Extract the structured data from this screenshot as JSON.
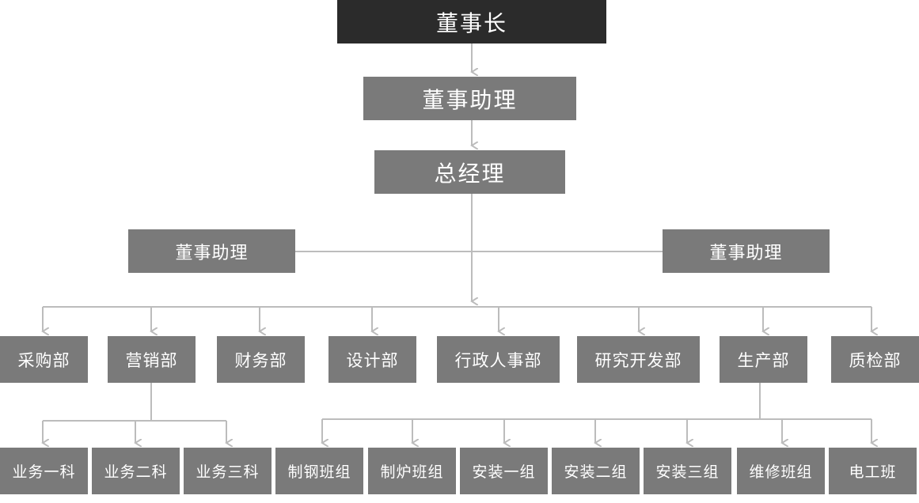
{
  "chairman": "董事长",
  "chairman_assistant": "董事助理",
  "general_manager": "总经理",
  "side_assistants": [
    "董事助理",
    "董事助理"
  ],
  "departments": [
    "采购部",
    "营销部",
    "财务部",
    "设计部",
    "行政人事部",
    "研究开发部",
    "生产部",
    "质检部"
  ],
  "sales_teams": [
    "业务一科",
    "业务二科",
    "业务三科"
  ],
  "production_teams": [
    "制钢班组",
    "制炉班组",
    "安装一组",
    "安装二组",
    "安装三组",
    "维修班组",
    "电工班"
  ],
  "colors": {
    "top_box": "#2b2b2b",
    "box": "#7a7a7a",
    "text": "#ffffff",
    "line": "#bcbcbc"
  }
}
